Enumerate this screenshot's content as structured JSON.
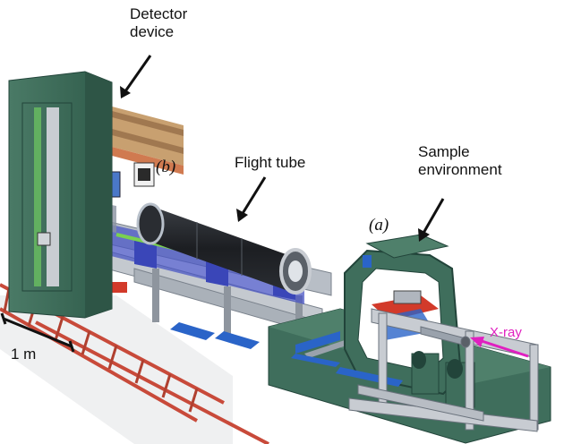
{
  "labels": {
    "detector": "Detector\ndevice",
    "flight_tube": "Flight tube",
    "sample_env": "Sample\nenvironment",
    "panel_a": "(a)",
    "panel_b": "(b)",
    "xray": "X-ray",
    "scale": "1 m"
  },
  "colors": {
    "cabinet": "#3f6e5c",
    "cabinet_dark": "#2e5546",
    "frame_blue": "#3a46b8",
    "tube": "#23262a",
    "rail": "#c84a3a",
    "steel": "#c8ccd2",
    "xray_arrow": "#e020c0"
  }
}
